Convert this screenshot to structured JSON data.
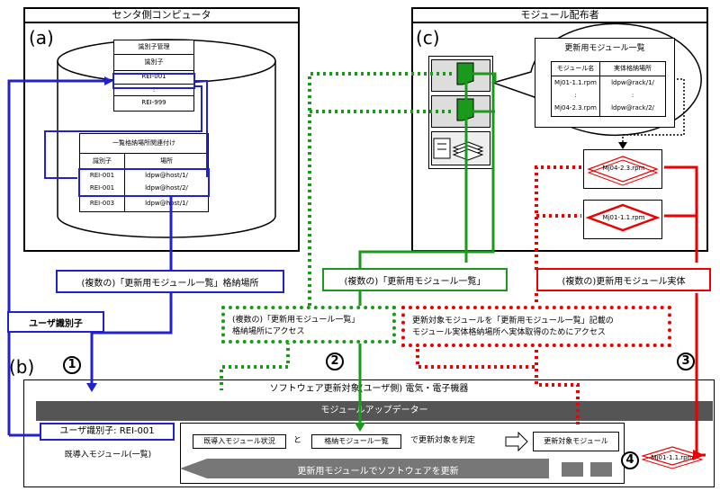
{
  "left_panel": {
    "title": "センタ側コンピュータ",
    "label": "(a)",
    "id_table": {
      "title": "識別子管理",
      "header": "識別子",
      "rows": [
        "REI-001",
        ":",
        "REI-999"
      ]
    },
    "loc_table": {
      "title": "一覧格納場所関連付け",
      "headers": [
        "識別子",
        "場所"
      ],
      "rows": [
        [
          "REI-001",
          "ldpw@host/1/"
        ],
        [
          "REI-001",
          "ldpw@host/2/"
        ],
        [
          "REI-003",
          "ldpw@host/1/"
        ]
      ]
    }
  },
  "right_panel": {
    "title": "モジュール配布者",
    "label": "(c)",
    "list_title": "更新用モジュール一覧",
    "list_headers": [
      "モジュール名",
      "実体格納場所"
    ],
    "list_rows": [
      [
        "Mj01-1.1.rpm",
        "ldpw@rack/1/"
      ],
      [
        ":",
        ":"
      ],
      [
        "Mj04-2.3.rpm",
        "ldpw@rack/2/"
      ]
    ],
    "entities": [
      "Mj04-2.3.rpm",
      "Mj01-1.1.rpm"
    ]
  },
  "labels": {
    "list_location": "(複数の)「更新用モジュール一覧」格納場所",
    "module_list": "(複数の)「更新用モジュール一覧」",
    "module_entity": "(複数の)更新用モジュール実体",
    "user_id": "ユーザ識別子",
    "access_list_l1": "(複数の)「更新用モジュール一覧」",
    "access_list_l2": "格納場所にアクセス",
    "access_entity_l1": "更新対象モジュールを「更新用モジュール一覧」記載の",
    "access_entity_l2": "モジュール実体格納場所へ実体取得のためにアクセス"
  },
  "bottom": {
    "label": "(b)",
    "title": "ソフトウェア更新対象(ユーザ側) 電気・電子機器",
    "updater": "モジュールアップデーター",
    "user_id_value": "ユーザ識別子: REI-001",
    "installed_list": "既導入モジュール(一覧)",
    "installed_status": "既導入モジュール状況",
    "and": "と",
    "stored_list": "格納モジュール一覧",
    "judge_text": "で更新対象を判定",
    "target_module": "更新対象モジュール",
    "update_text": "更新用モジュールでソフトウェアを更新",
    "final_entity": "Mj01-1.1.rpm"
  },
  "steps": [
    "1",
    "2",
    "3",
    "4"
  ],
  "colors": {
    "blue": "#2222cc",
    "green": "#1a9a1a",
    "red": "#ee0000",
    "updater_bar": "#555555"
  }
}
